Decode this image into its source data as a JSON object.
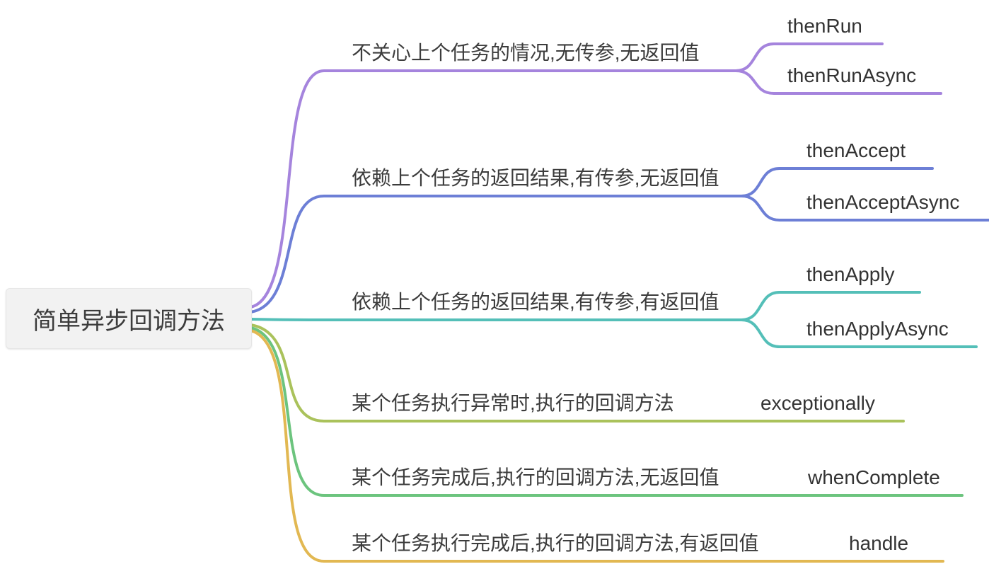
{
  "root": {
    "label": "简单异步回调方法"
  },
  "branches": [
    {
      "label": "不关心上个任务的情况,无传参,无返回值",
      "color": "#a584dd",
      "children": [
        {
          "label": "thenRun"
        },
        {
          "label": "thenRunAsync"
        }
      ]
    },
    {
      "label": "依赖上个任务的返回结果,有传参,无返回值",
      "color": "#6d7fd6",
      "children": [
        {
          "label": "thenAccept"
        },
        {
          "label": "thenAcceptAsync"
        }
      ]
    },
    {
      "label": "依赖上个任务的返回结果,有传参,有返回值",
      "color": "#54bfb8",
      "children": [
        {
          "label": "thenApply"
        },
        {
          "label": "thenApplyAsync"
        }
      ]
    },
    {
      "label": "某个任务执行异常时,执行的回调方法",
      "color": "#aac25b",
      "children": [
        {
          "label": "exceptionally"
        }
      ]
    },
    {
      "label": "某个任务完成后,执行的回调方法,无返回值",
      "color": "#6cc47e",
      "children": [
        {
          "label": "whenComplete"
        }
      ]
    },
    {
      "label": "某个任务执行完成后,执行的回调方法,有返回值",
      "color": "#e2b852",
      "children": [
        {
          "label": "handle"
        }
      ]
    }
  ]
}
